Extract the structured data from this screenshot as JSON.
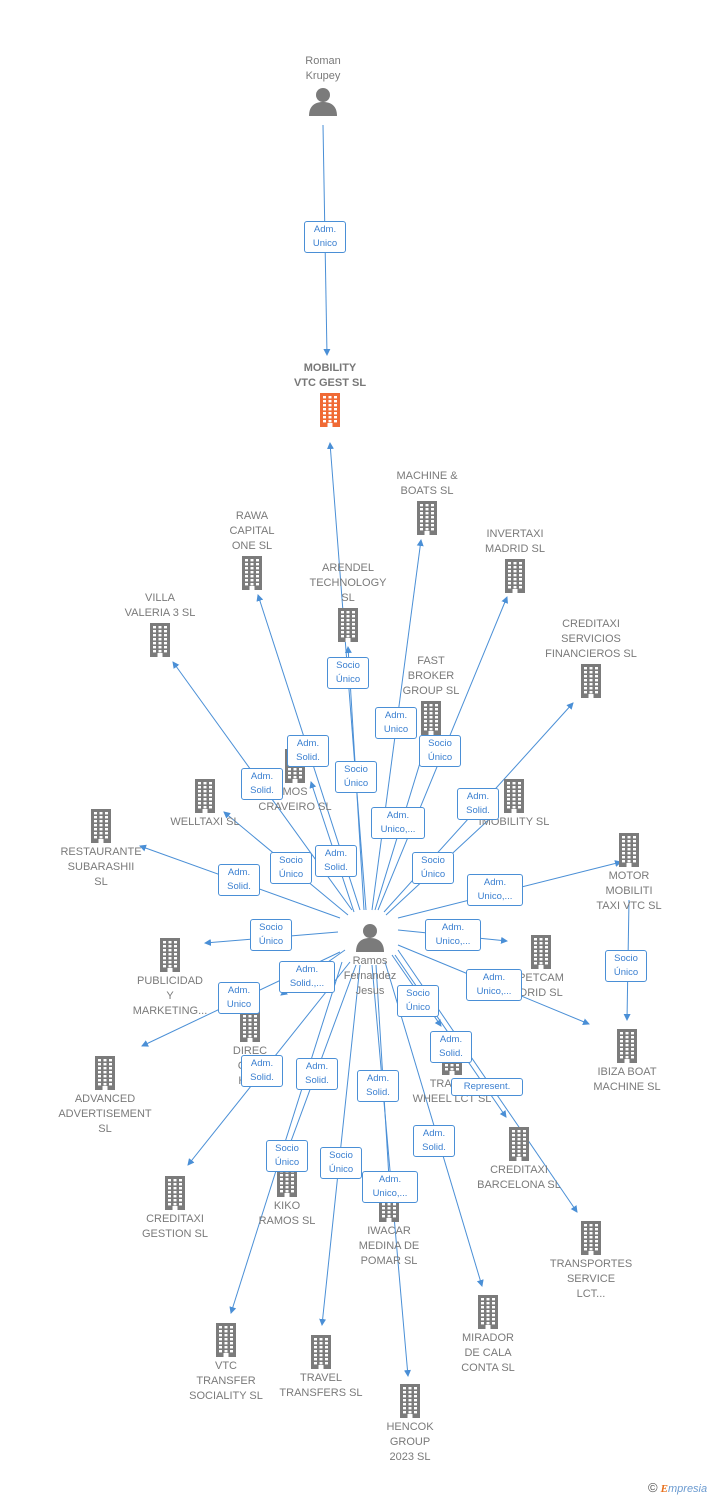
{
  "colors": {
    "edge": "#4a8fd6",
    "building": "#7b7b7b",
    "focus_building": "#f06a35",
    "person": "#7b7b7b",
    "label": "#7a7a7a"
  },
  "nodes": [
    {
      "id": "roman",
      "type": "person",
      "label": "Roman\nKrupey"
    },
    {
      "id": "mobility",
      "type": "company-main",
      "label": "MOBILITY\nVTC GEST  SL"
    },
    {
      "id": "machine",
      "type": "company",
      "label": "MACHINE &\nBOATS SL"
    },
    {
      "id": "rawa",
      "type": "company",
      "label": "RAWA\nCAPITAL\nONE  SL"
    },
    {
      "id": "invertaxi",
      "type": "company",
      "label": "INVERTAXI\nMADRID  SL"
    },
    {
      "id": "arendel",
      "type": "company",
      "label": "ARENDEL\nTECHNOLOGY\nSL"
    },
    {
      "id": "villa",
      "type": "company",
      "label": "VILLA\nVALERIA 3  SL"
    },
    {
      "id": "creditaxi_sf",
      "type": "company",
      "label": "CREDITAXI\nSERVICIOS\nFINANCIEROS SL"
    },
    {
      "id": "fast",
      "type": "company",
      "label": "FAST\nBROKER\nGROUP  SL"
    },
    {
      "id": "ramos_craveiro",
      "type": "company",
      "label": "MOS\nCRAVEIRO SL"
    },
    {
      "id": "imobility",
      "type": "company",
      "label": "IMOBILITY  SL"
    },
    {
      "id": "welltaxi",
      "type": "company",
      "label": "WELLTAXI  SL"
    },
    {
      "id": "restaurante",
      "type": "company",
      "label": "RESTAURANTE\nSUBARASHII\nSL"
    },
    {
      "id": "motor",
      "type": "company",
      "label": "MOTOR\nMOBILITI\nTAXI VTC  SL"
    },
    {
      "id": "ramos",
      "type": "person-focus",
      "label": "Ramos\nFernandez\nJesus"
    },
    {
      "id": "publicidad",
      "type": "company",
      "label": "PUBLICIDAD\nY\nMARKETING..."
    },
    {
      "id": "petcam",
      "type": "company",
      "label": "PETCAM\nDRID  SL"
    },
    {
      "id": "ibiza",
      "type": "company",
      "label": "IBIZA BOAT\nMACHINE  SL"
    },
    {
      "id": "direc",
      "type": "company",
      "label": "DIREC\nCOR\nHOT"
    },
    {
      "id": "advanced",
      "type": "company",
      "label": "ADVANCED\nADVERTISEMENT\nSL"
    },
    {
      "id": "transp_wheel",
      "type": "company",
      "label": "TRANSP\nWHEEL LCT  SL"
    },
    {
      "id": "creditaxi_bcn",
      "type": "company",
      "label": "CREDITAXI\nBARCELONA SL"
    },
    {
      "id": "creditaxi_g",
      "type": "company",
      "label": "CREDITAXI\nGESTION SL"
    },
    {
      "id": "kiko",
      "type": "company",
      "label": "KIKO\nRAMOS SL"
    },
    {
      "id": "iwacar",
      "type": "company",
      "label": "IWACAR\nMEDINA DE\nPOMAR  SL"
    },
    {
      "id": "transportes",
      "type": "company",
      "label": "TRANSPORTES\nSERVICE\nLCT..."
    },
    {
      "id": "vtc",
      "type": "company",
      "label": "VTC\nTRANSFER\nSOCIALITY  SL"
    },
    {
      "id": "travel",
      "type": "company",
      "label": "TRAVEL\nTRANSFERS SL"
    },
    {
      "id": "mirador",
      "type": "company",
      "label": "MIRADOR\nDE CALA\nCONTA  SL"
    },
    {
      "id": "hencok",
      "type": "company",
      "label": "HENCOK\nGROUP\n2023  SL"
    }
  ],
  "edges": [
    {
      "from": "roman",
      "to": "mobility",
      "role": "Adm.\nUnico"
    },
    {
      "from": "ramos",
      "to": "mobility",
      "role": "Socio\nÚnico"
    },
    {
      "from": "ramos",
      "to": "machine",
      "role": "Adm.\nUnico"
    },
    {
      "from": "ramos",
      "to": "rawa",
      "role": "Adm.\nSolid."
    },
    {
      "from": "ramos",
      "to": "invertaxi",
      "role": "Socio\nÚnico"
    },
    {
      "from": "ramos",
      "to": "arendel",
      "role": "Socio\nÚnico"
    },
    {
      "from": "ramos",
      "to": "villa",
      "role": "Adm.\nSolid."
    },
    {
      "from": "ramos",
      "to": "creditaxi_sf",
      "role": "Adm.\nSolid."
    },
    {
      "from": "ramos",
      "to": "fast",
      "role": "Adm.\nUnico,..."
    },
    {
      "from": "ramos",
      "to": "ramos_craveiro",
      "role": "Adm.\nSolid."
    },
    {
      "from": "ramos",
      "to": "welltaxi",
      "role": "Socio\nÚnico"
    },
    {
      "from": "ramos",
      "to": "restaurante",
      "role": "Adm.\nSolid."
    },
    {
      "from": "ramos",
      "to": "imobility",
      "role": "Socio\nÚnico"
    },
    {
      "from": "ramos",
      "to": "motor",
      "role": "Adm.\nUnico,..."
    },
    {
      "from": "ramos",
      "to": "publicidad",
      "role": "Socio\nÚnico"
    },
    {
      "from": "ramos",
      "to": "petcam",
      "role": "Adm.\nUnico,..."
    },
    {
      "from": "ramos",
      "to": "ibiza",
      "role": "Adm.\nUnico,..."
    },
    {
      "from": "motor",
      "to": "ibiza",
      "role": "Socio\nÚnico"
    },
    {
      "from": "ramos",
      "to": "advanced",
      "role": "Adm.\nUnico"
    },
    {
      "from": "ramos",
      "to": "direc",
      "role": "Adm.\nSolid.,..."
    },
    {
      "from": "ramos",
      "to": "transp_wheel",
      "role": "Socio\nÚnico"
    },
    {
      "from": "ramos",
      "to": "creditaxi_bcn",
      "role": "Adm.\nSolid."
    },
    {
      "from": "ramos",
      "to": "transportes",
      "role": "Represent."
    },
    {
      "from": "ramos",
      "to": "creditaxi_g",
      "role": "Adm.\nSolid."
    },
    {
      "from": "ramos",
      "to": "kiko",
      "role": "Adm.\nSolid."
    },
    {
      "from": "ramos",
      "to": "iwacar",
      "role": "Adm.\nSolid."
    },
    {
      "from": "ramos",
      "to": "vtc",
      "role": "Socio\nÚnico"
    },
    {
      "from": "ramos",
      "to": "travel",
      "role": "Socio\nÚnico"
    },
    {
      "from": "ramos",
      "to": "mirador",
      "role": "Adm.\nSolid."
    },
    {
      "from": "ramos",
      "to": "hencok",
      "role": "Adm.\nUnico,..."
    }
  ],
  "credit": {
    "symbol": "©",
    "brand_initial": "E",
    "brand_rest": "mpresia"
  }
}
